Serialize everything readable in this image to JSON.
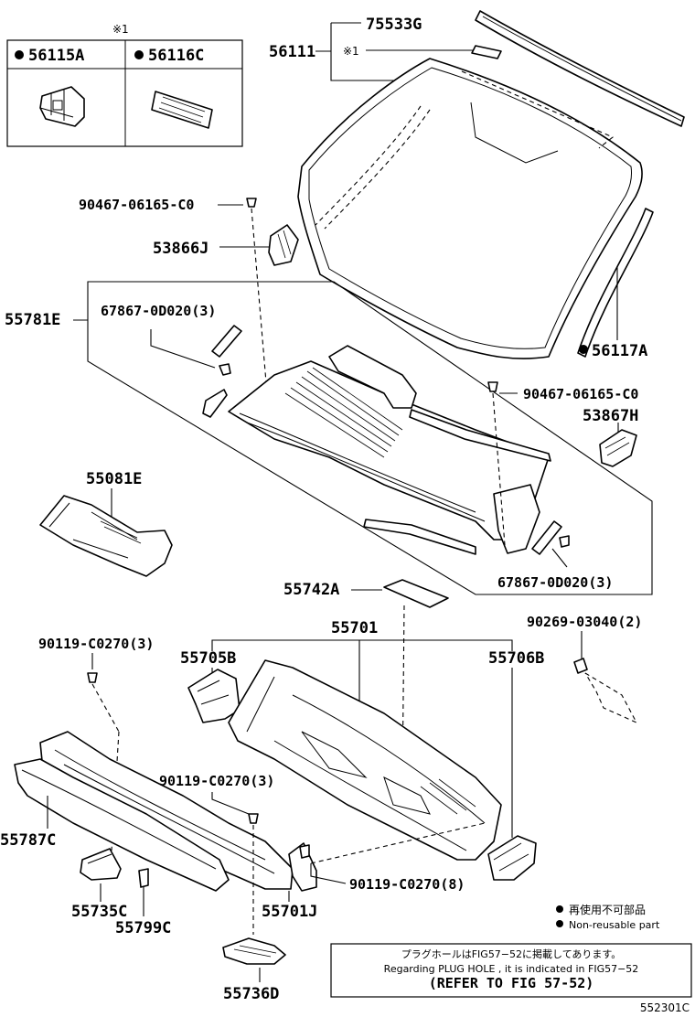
{
  "diagram_id": "552301C",
  "callouts": {
    "c75533G": "75533G",
    "c56111": "56111",
    "c56111_ref": "※1",
    "box_ref": "※1",
    "c56115A": "56115A",
    "c56116C": "56116C",
    "c90467_top": "90467-06165-C0",
    "c53866J": "53866J",
    "c55781E": "55781E",
    "c67867_top": "67867-0D020(3)",
    "c56117A": "56117A",
    "c90467_right": "90467-06165-C0",
    "c53867H": "53867H",
    "c55081E": "55081E",
    "c67867_bottom": "67867-0D020(3)",
    "c55742A": "55742A",
    "c55701": "55701",
    "c90269": "90269-03040(2)",
    "c90119_left": "90119-C0270(3)",
    "c55705B": "55705B",
    "c55706B": "55706B",
    "c90119_mid": "90119-C0270(3)",
    "c55787C": "55787C",
    "c90119_right": "90119-C0270(8)",
    "c55735C": "55735C",
    "c55799C": "55799C",
    "c55701J": "55701J",
    "c55736D": "55736D"
  },
  "legend": {
    "reusable_jp": "再使用不可部品",
    "reusable_en": "Non-reusable part"
  },
  "notice": {
    "line1": "プラグホールはFIG57−52に掲載してあります。",
    "line2": "Regarding PLUG HOLE , it is indicated in FIG57−52",
    "line3": "(REFER TO FIG 57-52)"
  },
  "colors": {
    "ink": "#000000",
    "paper": "#ffffff"
  }
}
